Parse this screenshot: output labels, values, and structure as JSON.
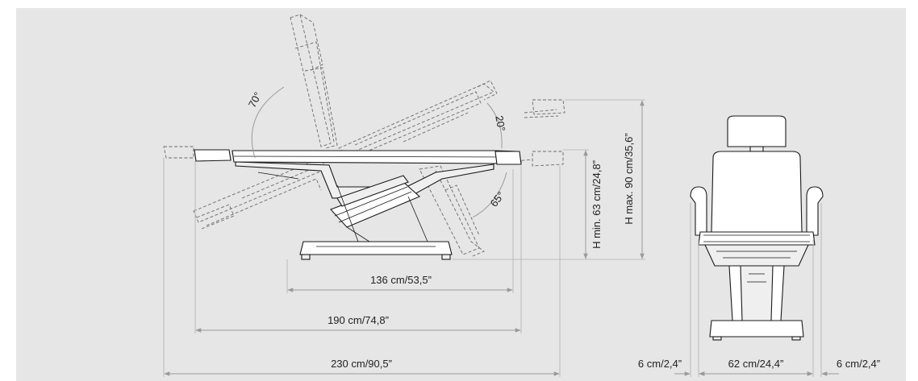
{
  "colors": {
    "background": "#e6e6e6",
    "frame": "#ffffff",
    "outline": "#1a1a1a",
    "dimension": "#9a9a9a",
    "text": "#222222"
  },
  "labels": {
    "angle_backrest": "70°",
    "angle_legrest_up": "20°",
    "angle_legrest_down": "65°",
    "dim_base_length": "136 cm/53,5”",
    "dim_seat_length": "190 cm/74,8”",
    "dim_total_length": "230 cm/90,5”",
    "dim_height_min": "H min. 63 cm/24,8”",
    "dim_height_max": "H max. 90 cm/35,6”",
    "dim_arm_left": "6 cm/2,4”",
    "dim_width": "62 cm/24,4”",
    "dim_arm_right": "6 cm/2,4”"
  }
}
